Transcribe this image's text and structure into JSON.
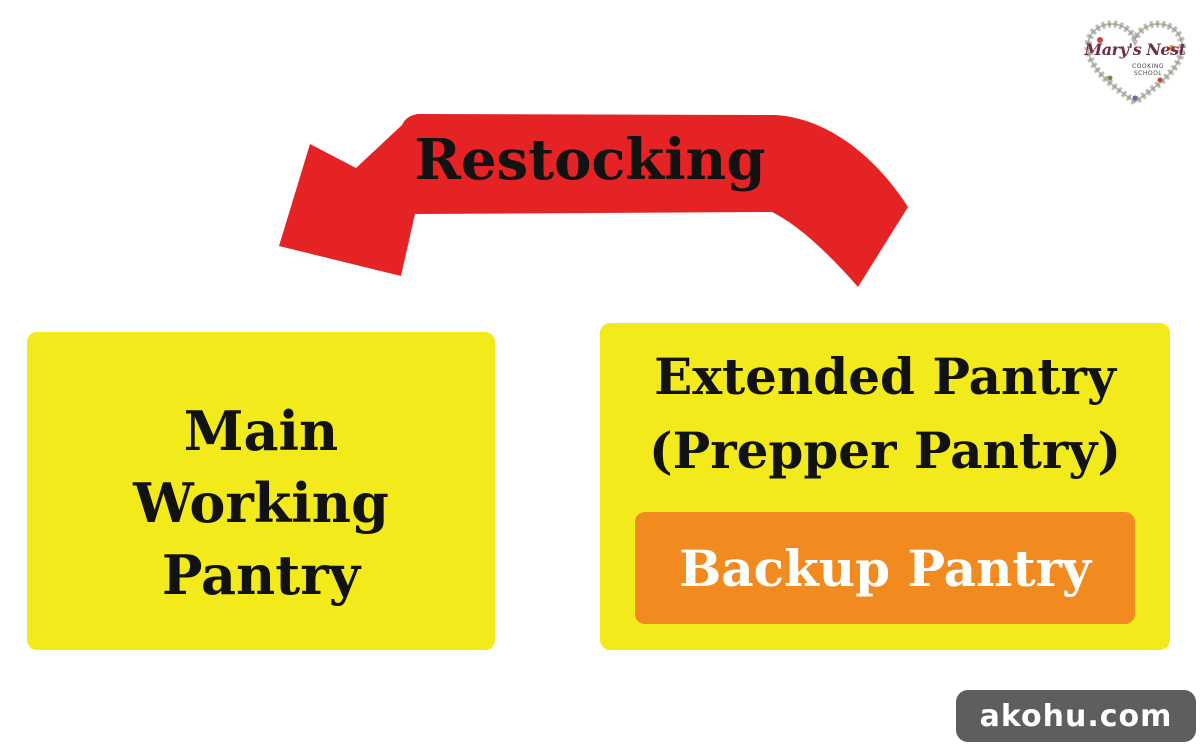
{
  "logo": {
    "brand": "Mary's Nest",
    "sub_line1": "COOKING",
    "sub_line2": "SCHOOL"
  },
  "arrow": {
    "label": "Restocking",
    "color": "#e52324"
  },
  "main_pantry": {
    "line1": "Main",
    "line2": "Working",
    "line3": "Pantry",
    "color": "#f2ea1a"
  },
  "extended_pantry": {
    "line1": "Extended Pantry",
    "line2": "(Prepper Pantry)",
    "color": "#f2ea1a"
  },
  "backup_pantry": {
    "label": "Backup Pantry",
    "color": "#f18a1f"
  },
  "watermark": {
    "text": "akohu.com"
  }
}
